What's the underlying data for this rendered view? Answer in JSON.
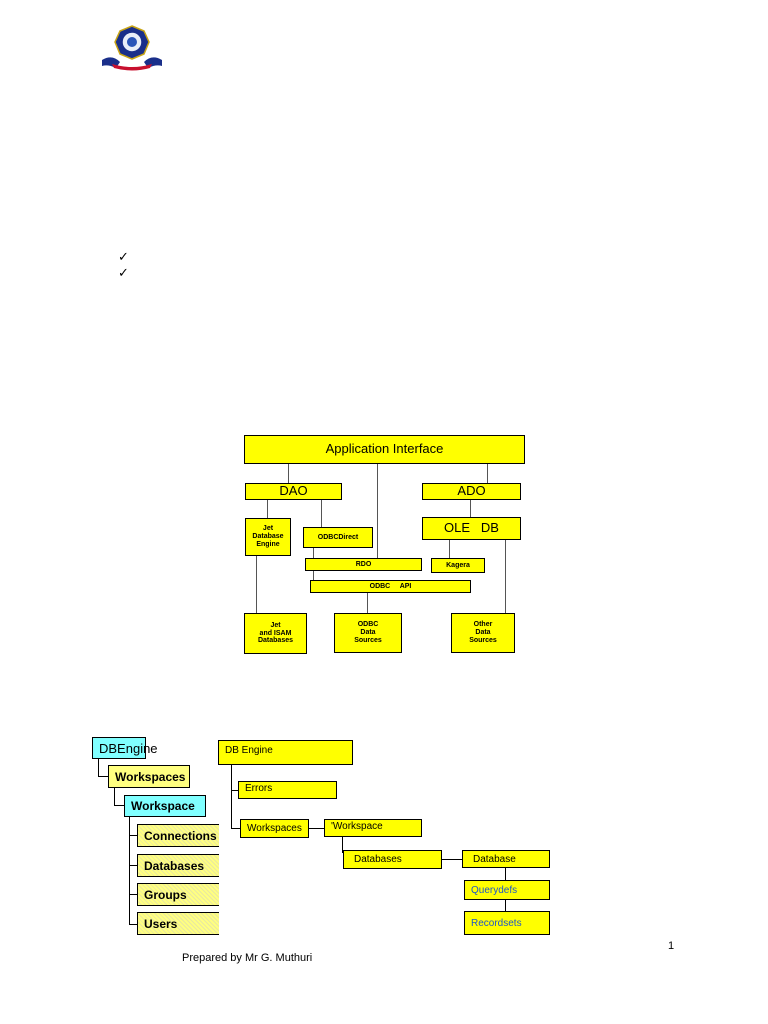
{
  "header": {
    "logo_icon": "institution-crest-icon"
  },
  "checklist": {
    "icon": "check-mark-icon",
    "glyph": "✓"
  },
  "diagram1": {
    "application_interface": "Application Interface",
    "dao": "DAO",
    "ado": "ADO",
    "jet_engine": "Jet\nDatabase\nEngine",
    "odbcdirect": "ODBCDirect",
    "ole_db": "OLE   DB",
    "rdo": "RDO",
    "kagera": "Kagera",
    "odbc_api": "ODBC     API",
    "jet_isam": "Jet\nand ISAM\nDatabases",
    "odbc_sources": "ODBC\nData\nSources",
    "other_sources": "Other\nData\nSources"
  },
  "diagram2": {
    "dbengine": "DBEngine",
    "workspaces": "Workspaces",
    "workspace": "Workspace",
    "connections": "Connections",
    "databases": "Databases",
    "groups": "Groups",
    "users": "Users"
  },
  "diagram3": {
    "db_engine": "DB Engine",
    "errors": "Errors",
    "workspaces": "Workspaces",
    "workspace": "'Workspace",
    "databases": "Databases",
    "database": "Database",
    "querydefs": "Querydefs",
    "recordsets": "Recordsets"
  },
  "footer": {
    "prepared_by": "Prepared by Mr G. Muthuri",
    "page_number": "1"
  },
  "colors": {
    "box_yellow": "#ffff00",
    "light_yellow": "#ffff80",
    "cyan": "#80ffff",
    "link_blue": "#1e56c8"
  }
}
